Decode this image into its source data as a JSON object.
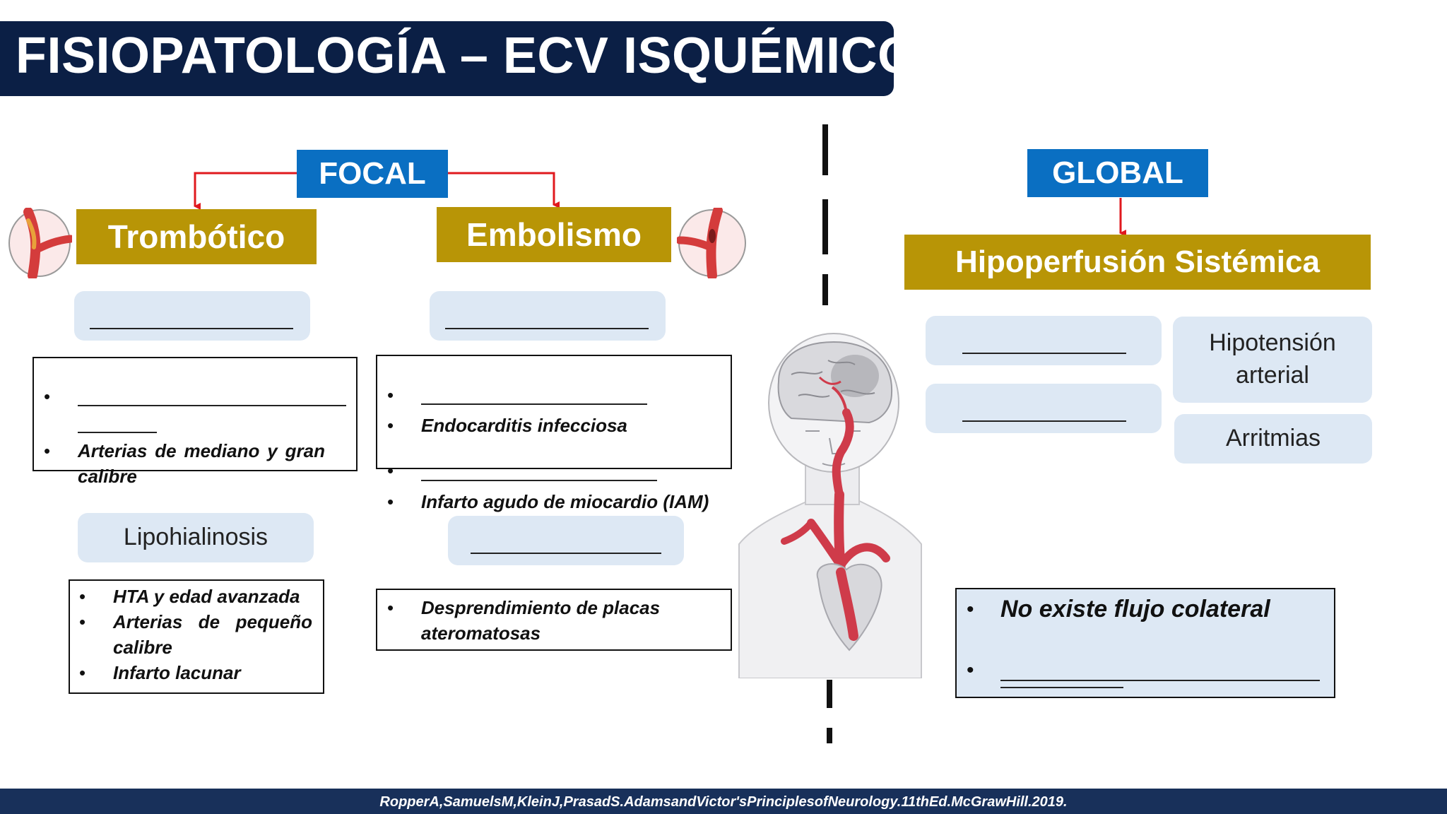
{
  "title": "FISIOPATOLOGÍA – ECV ISQUÉMICO",
  "focal": {
    "label": "FOCAL",
    "trombotico": {
      "label": "Trombótico",
      "box1_bullets": [
        "Arterias de mediano y gran calibre"
      ],
      "lipohialinosis": "Lipohialinosis",
      "box2_bullets": [
        "HTA y edad avanzada",
        "Arterias de pequeño calibre",
        "Infarto lacunar"
      ]
    },
    "embolismo": {
      "label": "Embolismo",
      "box1_bullets": [
        "Endocarditis infecciosa"
      ],
      "overflow_bullets": [
        "Infarto agudo de miocardio (IAM)"
      ],
      "box2_bullets": [
        "Desprendimiento de placas ateromatosas"
      ]
    }
  },
  "global": {
    "label": "GLOBAL",
    "hipoperfusion": "Hipoperfusión Sistémica",
    "hipotension": "Hipotensión arterial",
    "arritmias": "Arritmias",
    "bullets": [
      "No existe flujo colateral"
    ]
  },
  "footer": "RopperA,SamuelsM,KleinJ,PrasadS.AdamsandVictor'sPrinciplesofNeurology.11thEd.McGrawHill.2019.",
  "colors": {
    "title_bg": "#0b1f45",
    "category_blue": "#0a6fc2",
    "type_gold": "#b89506",
    "light_box": "#dde8f4",
    "connector_red": "#e0191e"
  }
}
